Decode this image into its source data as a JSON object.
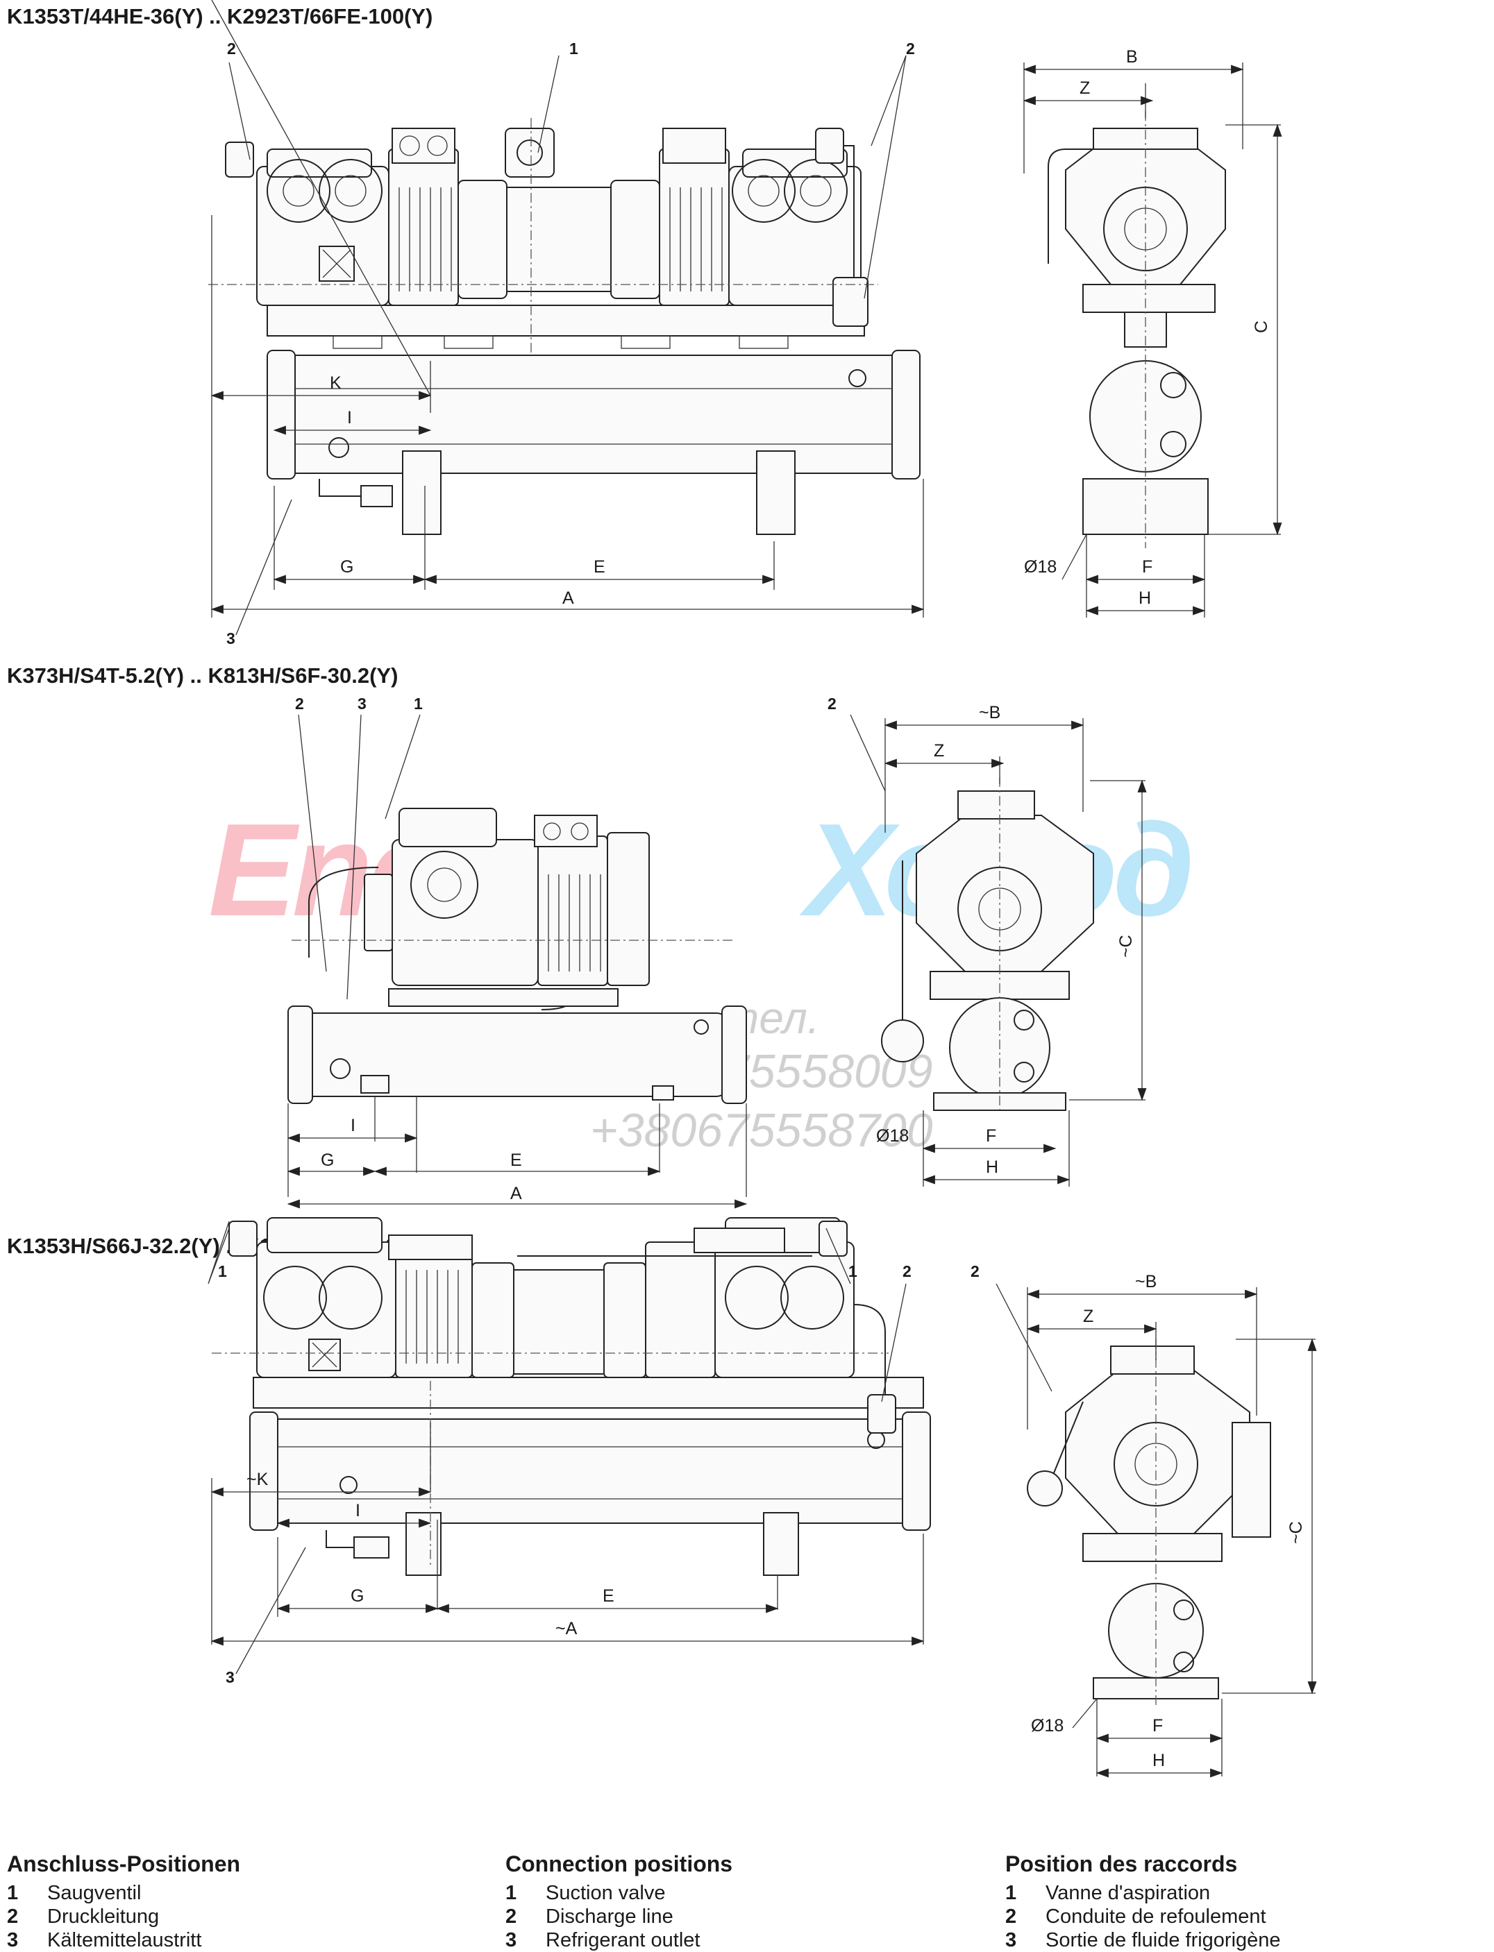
{
  "sections": [
    {
      "title": "K1353T/44HE-36(Y) .. K2923T/66FE-100(Y)"
    },
    {
      "title": "K373H/S4T-5.2(Y) .. K813H/S6F-30.2(Y)"
    },
    {
      "title": "K1353H/S66J-32.2(Y) .. K1353T/S66F-60.2(Y)"
    }
  ],
  "dims1": {
    "A": "A",
    "E": "E",
    "G": "G",
    "K": "K",
    "I": "I",
    "B": "B",
    "Z": "Z",
    "C": "C",
    "F": "F",
    "H": "H",
    "D": "Ø18",
    "c1": "1",
    "c2a": "2",
    "c2b": "2",
    "c3": "3"
  },
  "dims2": {
    "A": "A",
    "E": "E",
    "G": "G",
    "I": "I",
    "B": "~B",
    "Z": "Z",
    "C": "~C",
    "F": "F",
    "H": "H",
    "D": "Ø18",
    "c1": "1",
    "c2": "2",
    "c3": "3",
    "c2r": "2"
  },
  "dims3": {
    "A": "~A",
    "E": "E",
    "G": "G",
    "K": "~K",
    "I": "I",
    "B": "~B",
    "Z": "Z",
    "C": "~C",
    "F": "F",
    "H": "H",
    "D": "Ø18",
    "c1a": "1",
    "c1b": "1",
    "c2a": "2",
    "c2r": "2",
    "c3": "3"
  },
  "watermark": {
    "brand1": "Energo",
    "brand2": "Холод",
    "tel_label": "тел.",
    "phone1": "+380675558009",
    "phone2": "+380675558700"
  },
  "legend": [
    {
      "heading": "Anschluss-Positionen",
      "items": [
        {
          "n": "1",
          "t": "Saugventil"
        },
        {
          "n": "2",
          "t": "Druckleitung"
        },
        {
          "n": "3",
          "t": "Kältemittelaustritt"
        }
      ]
    },
    {
      "heading": "Connection positions",
      "items": [
        {
          "n": "1",
          "t": "Suction valve"
        },
        {
          "n": "2",
          "t": "Discharge line"
        },
        {
          "n": "3",
          "t": "Refrigerant outlet"
        }
      ]
    },
    {
      "heading": "Position des raccords",
      "items": [
        {
          "n": "1",
          "t": "Vanne d'aspiration"
        },
        {
          "n": "2",
          "t": "Conduite de refoulement"
        },
        {
          "n": "3",
          "t": "Sortie de fluide frigorigène"
        }
      ]
    }
  ]
}
